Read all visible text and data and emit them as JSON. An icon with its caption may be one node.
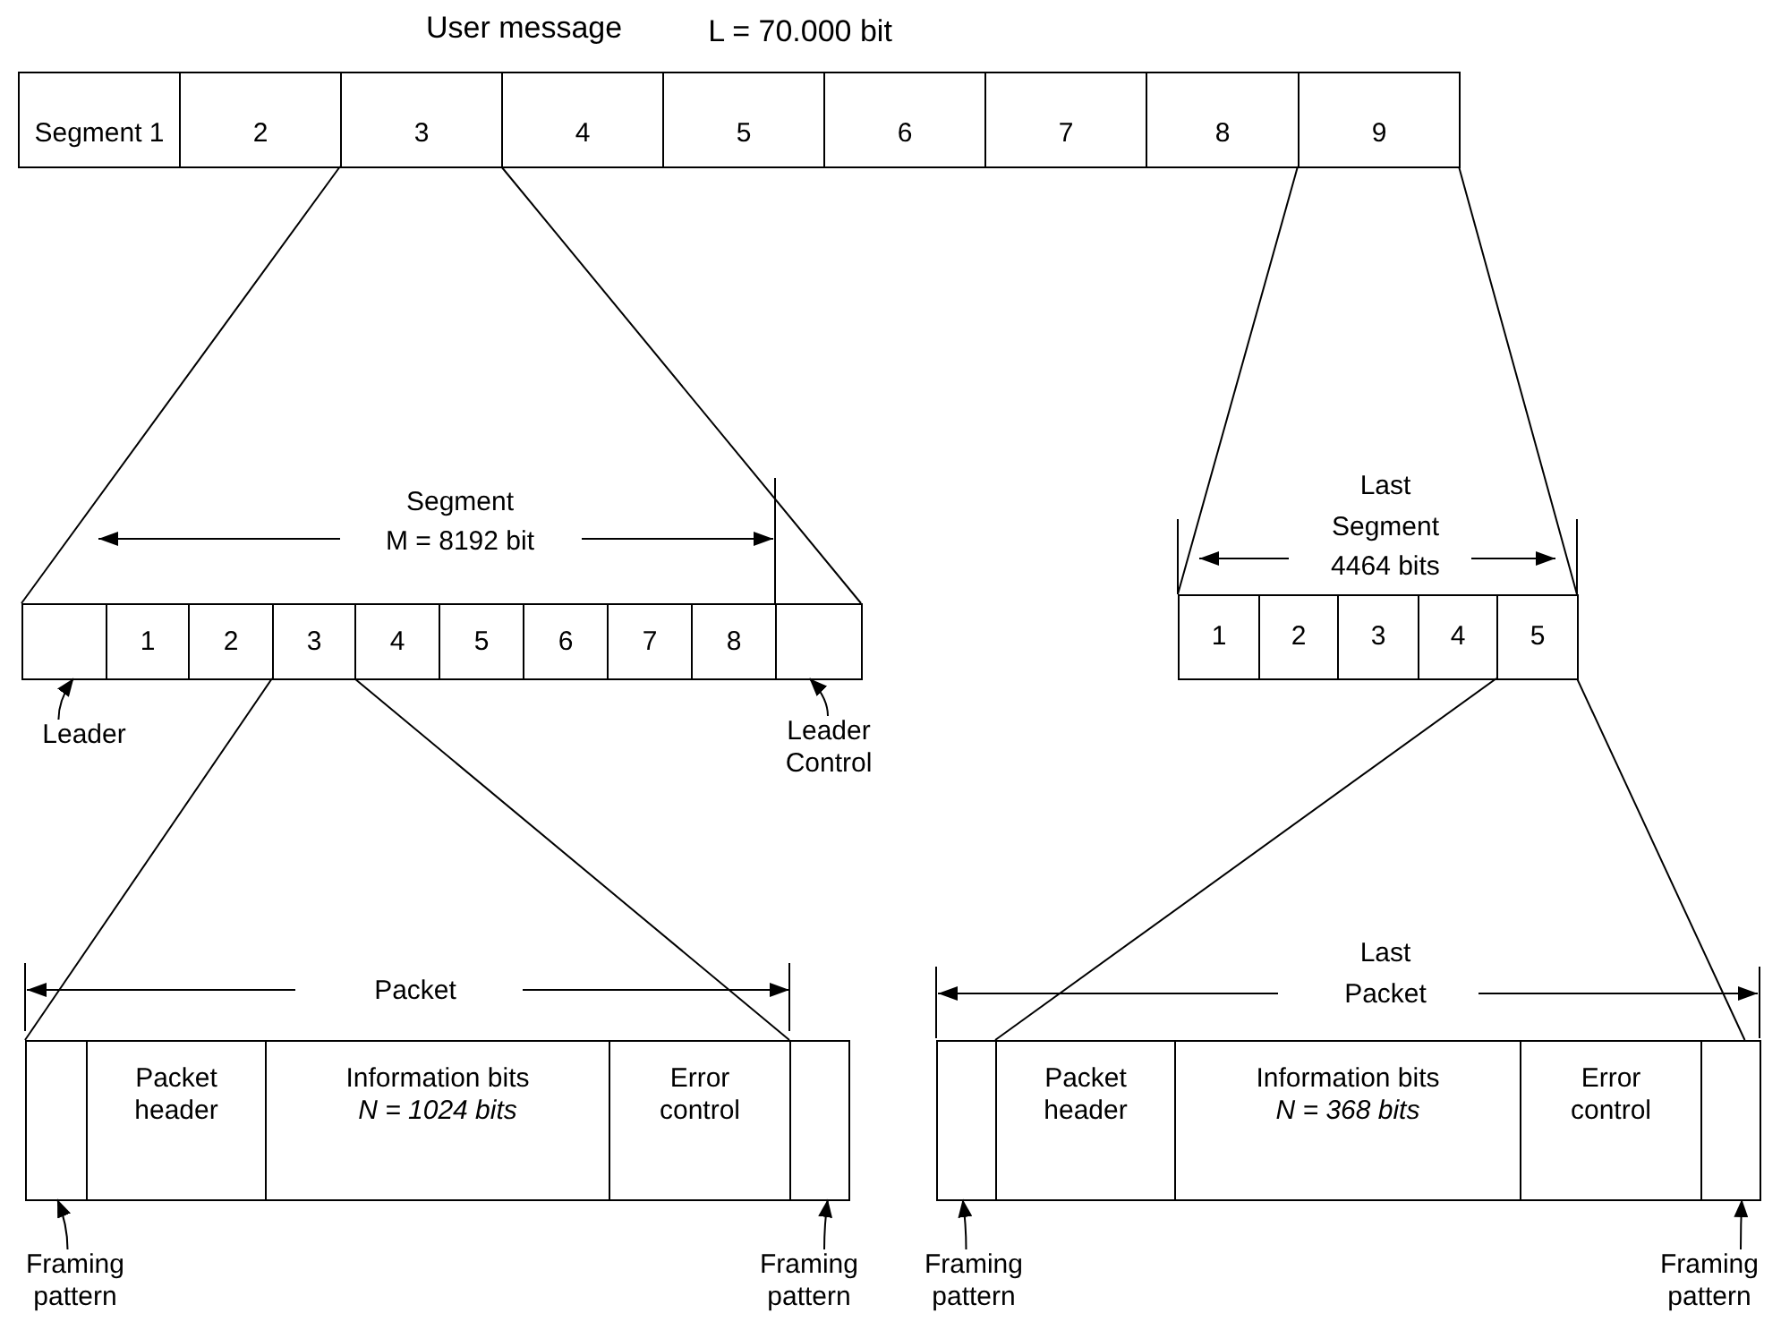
{
  "diagram": {
    "title": "User message",
    "nodes": [
      {
        "text": [
          "Segment 1"
        ]
      },
      {
        "text": [
          "2"
        ]
      },
      {
        "text": [
          "3"
        ]
      },
      {
        "text": [
          "4"
        ]
      },
      {
        "text": [
          "5"
        ]
      },
      {
        "text": [
          "6"
        ]
      },
      {
        "text": [
          "7"
        ]
      },
      {
        "text": [
          "8"
        ]
      },
      {
        "text": [
          "9"
        ]
      },
      {
        "text": [],
        "shape": "box"
      },
      {
        "text": [
          "1"
        ]
      },
      {
        "text": [
          "2"
        ]
      },
      {
        "text": [
          "3"
        ]
      },
      {
        "text": [
          "4"
        ]
      },
      {
        "text": [
          "5"
        ]
      },
      {
        "text": [
          "6"
        ]
      },
      {
        "text": [
          "7"
        ]
      },
      {
        "text": [
          "8"
        ]
      },
      {
        "text": [],
        "shape": "box"
      },
      {
        "text": [
          "1"
        ]
      },
      {
        "text": [
          "2"
        ]
      },
      {
        "text": [
          "3"
        ]
      },
      {
        "text": [
          "4"
        ]
      },
      {
        "text": [
          "5"
        ]
      },
      {
        "text": [
          "Leader"
        ]
      },
      {
        "text": [
          "Leader Control"
        ]
      },
      {
        "text": [],
        "shape": "box"
      },
      {
        "text": [
          "Packet header"
        ]
      },
      {
        "text": [
          "Information bits",
          "N = 1024 bits"
        ]
      },
      {
        "text": [
          "Error control"
        ]
      },
      {
        "text": [],
        "shape": "box"
      },
      {
        "text": [],
        "shape": "box"
      },
      {
        "text": [
          "Packet header"
        ]
      },
      {
        "text": [
          "Information bits",
          "N = 368 bits"
        ]
      },
      {
        "text": [
          "Error control"
        ]
      },
      {
        "text": [],
        "shape": "box"
      },
      {
        "text": [
          "Framing pattern"
        ]
      },
      {
        "text": [
          "Framing pattern"
        ]
      },
      {
        "text": [
          "Framing pattern"
        ]
      },
      {
        "text": [
          "Framing pattern"
        ]
      }
    ],
    "edges": [
      {
        "from": 2,
        "to": 9,
        "arrow": "none"
      },
      {
        "from": 2,
        "to": 18,
        "arrow": "none"
      },
      {
        "from": 8,
        "to": 19,
        "arrow": "none"
      },
      {
        "from": 8,
        "to": 23,
        "arrow": "none"
      },
      {
        "from": 12,
        "to": 26,
        "arrow": "none"
      },
      {
        "from": 12,
        "to": 30,
        "arrow": "none"
      },
      {
        "from": 23,
        "to": 31,
        "arrow": "none"
      },
      {
        "from": 23,
        "to": 35,
        "arrow": "none"
      },
      {
        "from": 24,
        "to": 9,
        "arrow": "to"
      },
      {
        "from": 25,
        "to": 18,
        "arrow": "to"
      },
      {
        "from": 36,
        "to": 26,
        "arrow": "to"
      },
      {
        "from": 37,
        "to": 30,
        "arrow": "to"
      },
      {
        "from": 38,
        "to": 31,
        "arrow": "to"
      },
      {
        "from": 39,
        "to": 35,
        "arrow": "to"
      }
    ],
    "labels": [
      "L = 70.000 bit",
      "Segment",
      "M = 8192 bit",
      "Last Segment",
      "4464 bits",
      "Packet",
      "Last Packet"
    ]
  }
}
